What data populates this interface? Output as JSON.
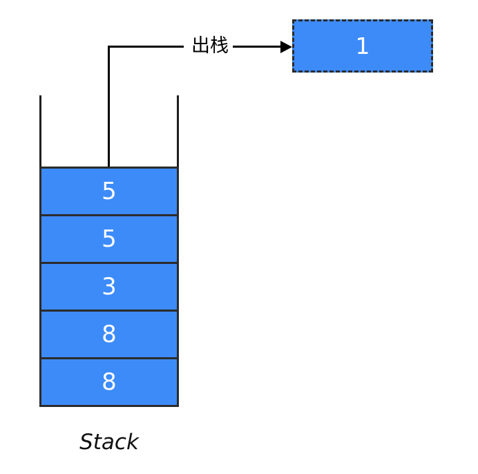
{
  "colors": {
    "accent": "#3d8bf8",
    "line": "#000000",
    "border": "#2b2b2b",
    "item_text": "#ffffff"
  },
  "arrow": {
    "label": "出栈"
  },
  "popped": {
    "value": "1"
  },
  "stack": {
    "caption": "Stack",
    "items": [
      "5",
      "5",
      "3",
      "8",
      "8"
    ]
  }
}
